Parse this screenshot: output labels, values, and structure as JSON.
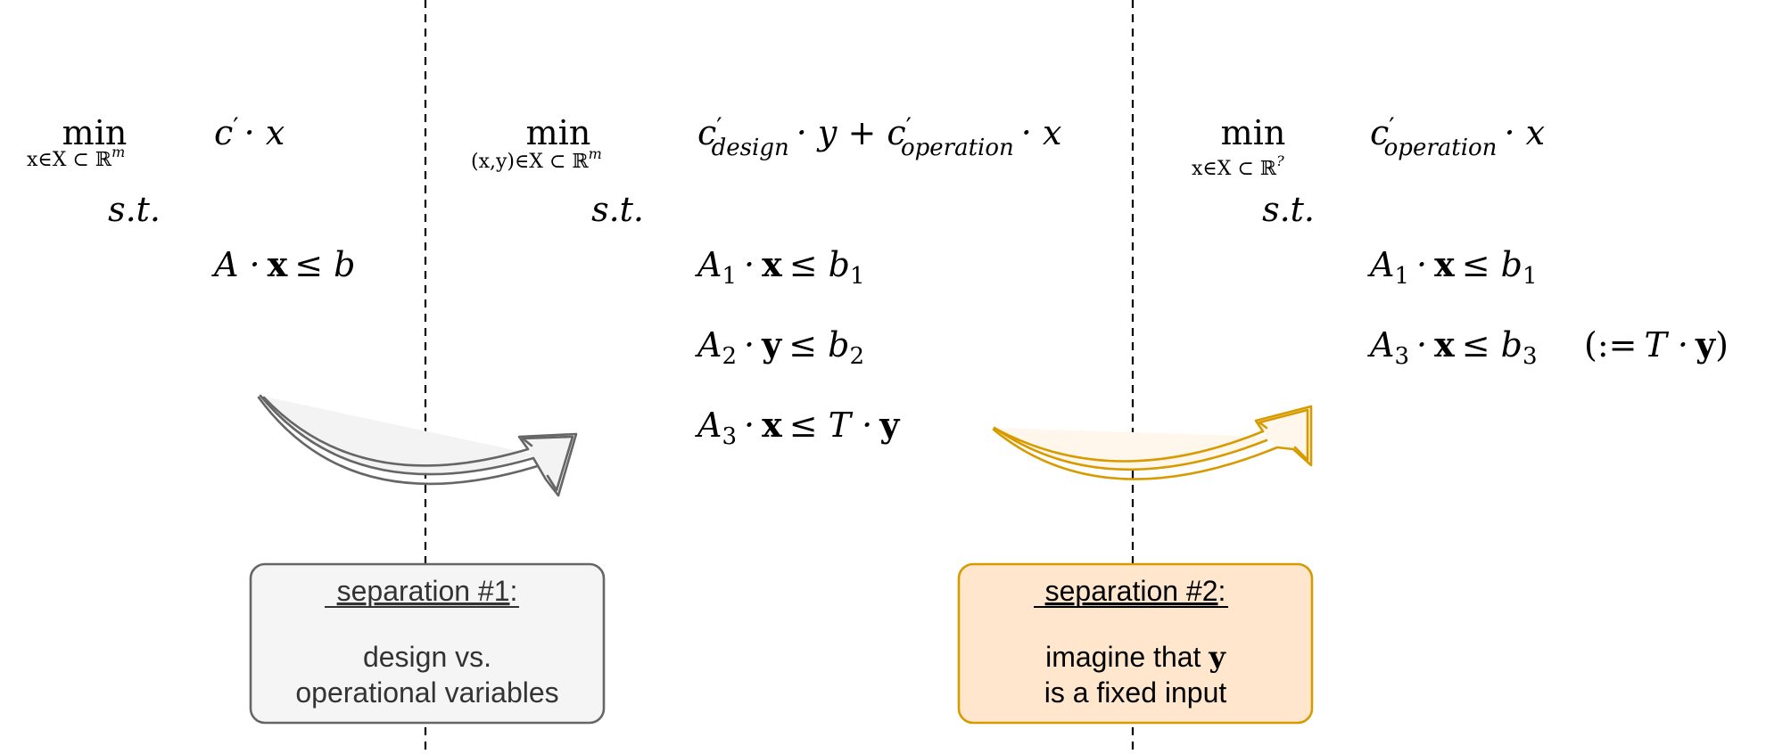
{
  "panel1": {
    "min_word": "min",
    "min_sub": "x∈X ⊂ ℝ",
    "min_sub_exp": "m",
    "objective_c": "c",
    "prime": "′",
    "objective_rest": "· x",
    "st": "s.t.",
    "constraint": {
      "A": "A ·",
      "x": "x",
      "rest": "≤ b"
    }
  },
  "panel2": {
    "min_word": "min",
    "min_sub": "(x,y)∈X ⊂ ℝ",
    "min_sub_exp": "m",
    "objective": {
      "c": "c",
      "prime": "′",
      "sub1": "design",
      "mid": "· y + c",
      "sub2": "operation",
      "end": "· x"
    },
    "st": "s.t.",
    "constraints": [
      {
        "A": "A",
        "i": "1",
        "dot": "·",
        "v": "x",
        "le": "≤ b",
        "rhs_sub": "1"
      },
      {
        "A": "A",
        "i": "2",
        "dot": "·",
        "v": "y",
        "le": "≤ b",
        "rhs_sub": "2"
      },
      {
        "A": "A",
        "i": "3",
        "dot": "·",
        "v": "x",
        "le": "≤ T ·",
        "rhs_bold": "y"
      }
    ]
  },
  "panel3": {
    "min_word": "min",
    "min_sub": "x∈X ⊂ ℝ",
    "min_sub_exp": "?",
    "objective": {
      "c": "c",
      "prime": "′",
      "sub": "operation",
      "end": "· x"
    },
    "st": "s.t.",
    "constraints": [
      {
        "A": "A",
        "i": "1",
        "dot": "·",
        "v": "x",
        "le": "≤ b",
        "rhs_sub": "1"
      },
      {
        "A": "A",
        "i": "3",
        "dot": "·",
        "v": "x",
        "le": "≤ b",
        "rhs_sub": "3"
      }
    ],
    "note": {
      "open": "(:=",
      "T": "T ·",
      "y": "y",
      "close": ")"
    }
  },
  "box1": {
    "title": "separation #1",
    "colon": ":",
    "line1": "design vs.",
    "line2": "operational variables"
  },
  "box2": {
    "title": "separation #2",
    "colon": ":",
    "line1_a": "imagine that ",
    "line1_b": "y",
    "line2": "is a fixed input"
  },
  "colors": {
    "ink": "#000000",
    "arrow1": "#666666",
    "arrow2": "#d79b00",
    "box1_fill": "#f5f5f5",
    "box1_stroke": "#666666",
    "box2_fill": "#ffe6cc",
    "box2_stroke": "#d79b00",
    "label_text": "#333333"
  },
  "icons": {
    "arrow1": "curved-arrow-icon",
    "arrow2": "curved-arrow-icon"
  }
}
